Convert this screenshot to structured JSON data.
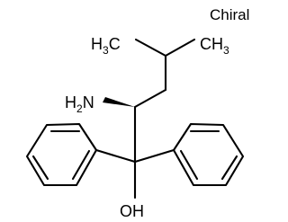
{
  "molecule": {
    "chirality_label": "Chiral",
    "atoms": {
      "methyl_left": {
        "main": "H",
        "sub": "3",
        "tail": "C"
      },
      "methyl_right": {
        "main": "CH",
        "sub": "3"
      },
      "amine": {
        "main": "H",
        "sub": "2",
        "tail": "N"
      },
      "hydroxyl": {
        "main": "OH"
      }
    }
  }
}
